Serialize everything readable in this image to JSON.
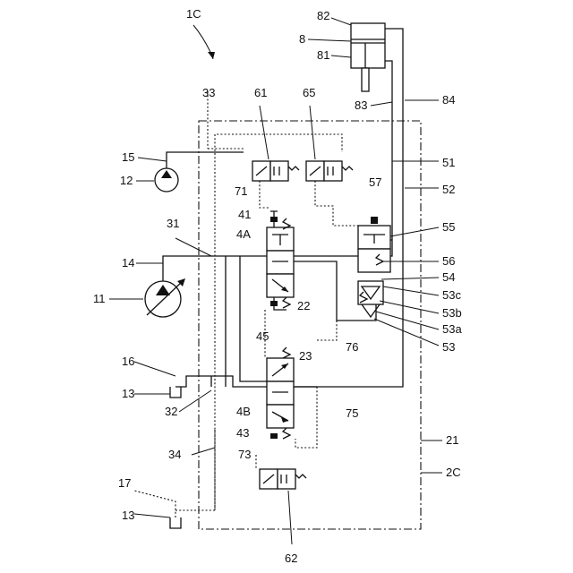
{
  "diagram": {
    "labels": {
      "figure": "1C",
      "cylinder": "8",
      "cylinder_head": "82",
      "cylinder_rod_side": "81",
      "rod_line": "83",
      "head_line": "84",
      "line_33": "33",
      "valve_61": "61",
      "valve_65": "65",
      "line_15": "15",
      "pilot_pump": "12",
      "line_71": "71",
      "line_57": "57",
      "line_51": "51",
      "line_52": "52",
      "line_41": "41",
      "valve_4A": "4A",
      "line_31": "31",
      "valve_55": "55",
      "line_14": "14",
      "line_56": "56",
      "line_54": "54",
      "main_pump": "11",
      "port_53c": "53c",
      "line_22": "22",
      "port_53b": "53b",
      "line_45": "45",
      "line_76": "76",
      "port_53a": "53a",
      "valve_53": "53",
      "line_16": "16",
      "line_23": "23",
      "tank_13_upper": "13",
      "valve_4B": "4B",
      "line_75": "75",
      "line_32": "32",
      "line_43": "43",
      "block_21": "21",
      "line_34": "34",
      "line_73": "73",
      "unit_2C": "2C",
      "line_17": "17",
      "tank_13_lower": "13",
      "valve_62": "62"
    }
  }
}
